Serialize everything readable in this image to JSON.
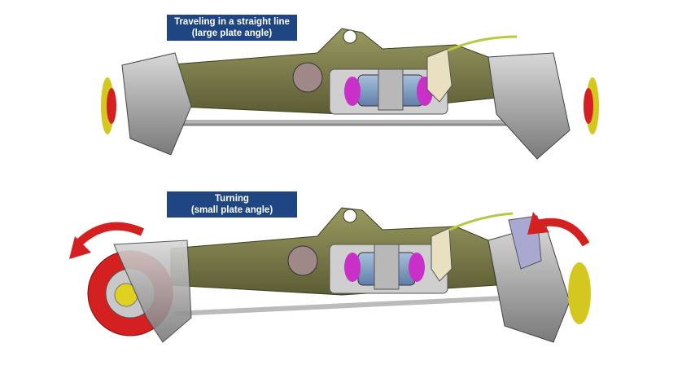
{
  "panels": [
    {
      "title": "Traveling in a straight line",
      "subtitle": "(large plate angle)"
    },
    {
      "title": "Turning",
      "subtitle": "(small plate angle)"
    }
  ],
  "colors": {
    "label_bg": "#1f4682",
    "housing": "#7a7a48",
    "hub": "#d42020",
    "piston": "#c830c8",
    "arrow": "#d42020"
  }
}
